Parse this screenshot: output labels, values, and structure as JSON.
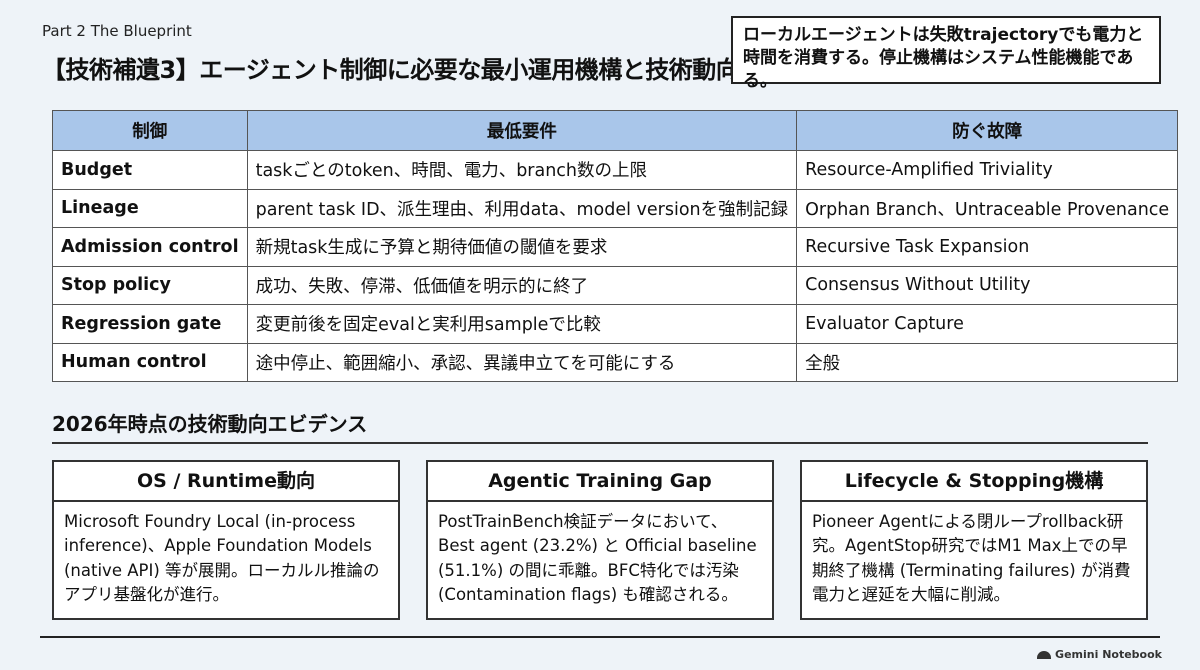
{
  "header": {
    "part_label": "Part 2 The Blueprint",
    "title": "【技術補遺3】エージェント制御に必要な最小運用機構と技術動向",
    "callout": "ローカルエージェントは失敗trajectoryでも電力と時間を消費する。停止機構はシステム性能機能である。"
  },
  "table": {
    "headers": [
      "制御",
      "最低要件",
      "防ぐ故障"
    ],
    "rows": [
      [
        "Budget",
        "taskごとのtoken、時間、電力、branch数の上限",
        "Resource-Amplified Triviality"
      ],
      [
        "Lineage",
        "parent task ID、派生理由、利用data、model versionを強制記録",
        "Orphan Branch、Untraceable Provenance"
      ],
      [
        "Admission control",
        "新規task生成に予算と期待価値の閾値を要求",
        "Recursive Task Expansion"
      ],
      [
        "Stop policy",
        "成功、失敗、停滞、低価値を明示的に終了",
        "Consensus Without Utility"
      ],
      [
        "Regression gate",
        "変更前後を固定evalと実利用sampleで比較",
        "Evaluator Capture"
      ],
      [
        "Human control",
        "途中停止、範囲縮小、承認、異議申立てを可能にする",
        "全般"
      ]
    ]
  },
  "evidence": {
    "title": "2026年時点の技術動向エビデンス",
    "cards": [
      {
        "title": "OS / Runtime動向",
        "body": "Microsoft Foundry Local (in-process inference)、Apple Foundation Models (native API) 等が展開。ローカルル推論のアプリ基盤化が進行。"
      },
      {
        "title": "Agentic Training Gap",
        "body": "PostTrainBench検証データにおいて、Best agent (23.2%) と Official baseline (51.1%) の間に乖離。BFC特化では汚染 (Contamination flags) も確認される。"
      },
      {
        "title": "Lifecycle & Stopping機構",
        "body": "Pioneer Agentによる閉ループrollback研究。AgentStop研究ではM1 Max上での早期終了機構 (Terminating failures) が消費電力と遅延を大幅に削減。"
      }
    ]
  },
  "footer": {
    "brand": "Gemini Notebook",
    "brand_icon": "notebook-logo-icon"
  }
}
